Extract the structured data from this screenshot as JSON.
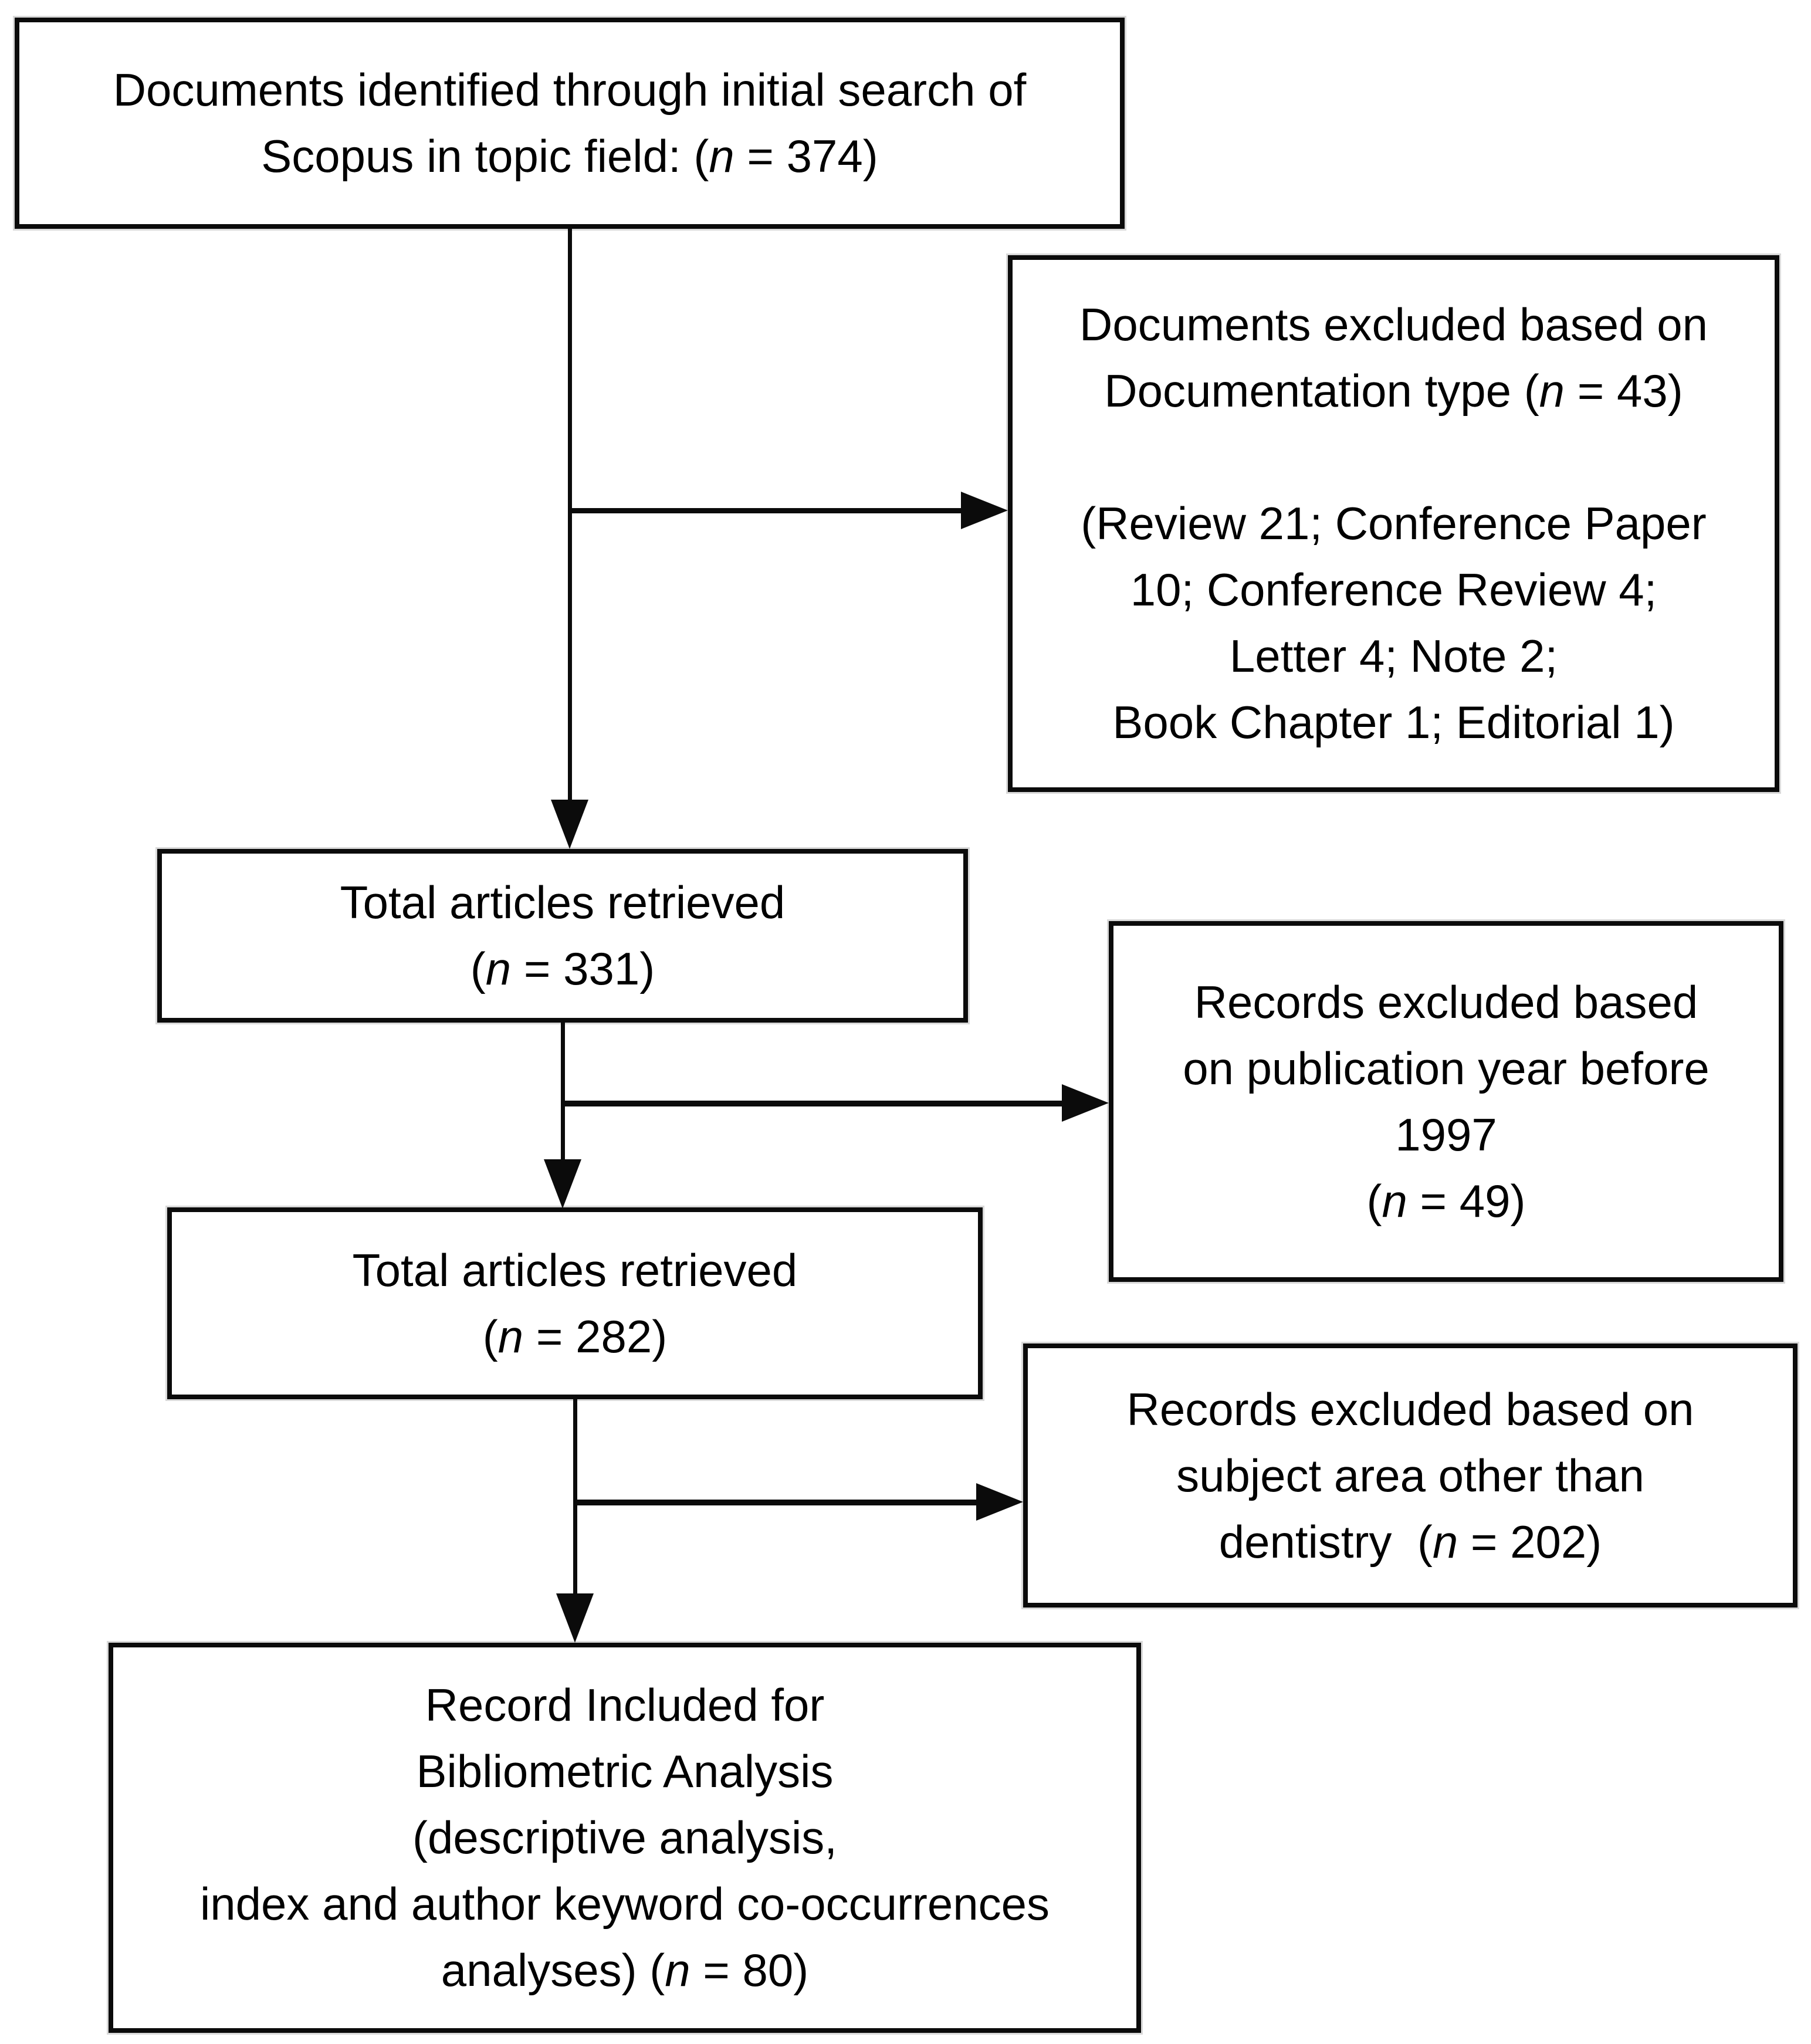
{
  "figure": {
    "background_color": "#ffffff",
    "line_color": "#0b0b0b",
    "text_color": "#000000"
  },
  "boxes": {
    "initial_search": {
      "count": 374,
      "lines": [
        [
          {
            "t": "Documents identified through initial search of"
          }
        ],
        [
          {
            "t": "Scopus in topic field: ("
          },
          {
            "t": "n",
            "i": true
          },
          {
            "t": " = 374)"
          }
        ]
      ]
    },
    "excluded_doc_type": {
      "count": 43,
      "lines": [
        [
          {
            "t": "Documents excluded based on"
          }
        ],
        [
          {
            "t": "Documentation type ("
          },
          {
            "t": "n",
            "i": true
          },
          {
            "t": " = 43)"
          }
        ],
        [],
        [
          {
            "t": "(Review 21; Conference Paper"
          }
        ],
        [
          {
            "t": "10; Conference Review 4;"
          }
        ],
        [
          {
            "t": "Letter 4; Note 2;"
          }
        ],
        [
          {
            "t": "Book Chapter 1; Editorial 1)"
          }
        ]
      ]
    },
    "retrieved_331": {
      "count": 331,
      "lines": [
        [
          {
            "t": "Total articles retrieved"
          }
        ],
        [
          {
            "t": "("
          },
          {
            "t": "n",
            "i": true
          },
          {
            "t": " = 331)"
          }
        ]
      ]
    },
    "excluded_pub_year": {
      "count": 49,
      "lines": [
        [
          {
            "t": "Records excluded based"
          }
        ],
        [
          {
            "t": "on publication year before"
          }
        ],
        [
          {
            "t": "1997"
          }
        ],
        [
          {
            "t": "("
          },
          {
            "t": "n",
            "i": true
          },
          {
            "t": " = 49)"
          }
        ]
      ]
    },
    "retrieved_282": {
      "count": 282,
      "lines": [
        [
          {
            "t": "Total articles retrieved"
          }
        ],
        [
          {
            "t": "("
          },
          {
            "t": "n",
            "i": true
          },
          {
            "t": " = 282)"
          }
        ]
      ]
    },
    "excluded_subject_area": {
      "count": 202,
      "lines": [
        [
          {
            "t": "Records excluded based on"
          }
        ],
        [
          {
            "t": "subject area other than"
          }
        ],
        [
          {
            "t": "dentistry  ("
          },
          {
            "t": "n",
            "i": true
          },
          {
            "t": " = 202)"
          }
        ]
      ]
    },
    "included_final": {
      "count": 80,
      "lines": [
        [
          {
            "t": "Record Included for"
          }
        ],
        [
          {
            "t": "Bibliometric Analysis"
          }
        ],
        [
          {
            "t": "(descriptive analysis,"
          }
        ],
        [
          {
            "t": "index and author keyword co-occurrences"
          }
        ],
        [
          {
            "t": "analyses) ("
          },
          {
            "t": "n",
            "i": true
          },
          {
            "t": " = 80)"
          }
        ]
      ]
    }
  }
}
